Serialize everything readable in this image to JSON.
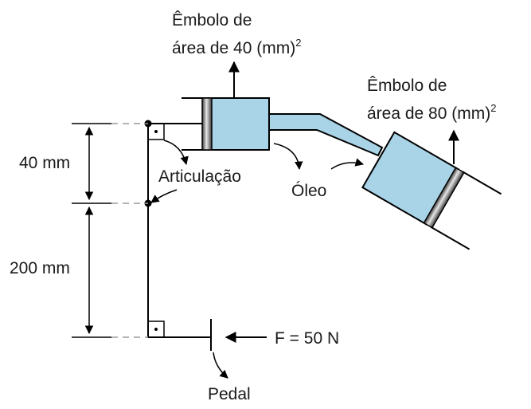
{
  "labels": {
    "small_piston_line1": "Êmbolo de",
    "small_piston_line2": "área de 40 (mm)",
    "small_piston_exp": "2",
    "large_piston_line1": "Êmbolo de",
    "large_piston_line2": "área de 80 (mm)",
    "large_piston_exp": "2",
    "hinge": "Articulação",
    "oil": "Óleo",
    "dim_upper": "40 mm",
    "dim_lower": "200 mm",
    "force": "F = 50 N",
    "pedal": "Pedal"
  },
  "colors": {
    "fluid": "#a9d3e6",
    "stroke": "#000000",
    "dash": "#9a9a9a"
  }
}
